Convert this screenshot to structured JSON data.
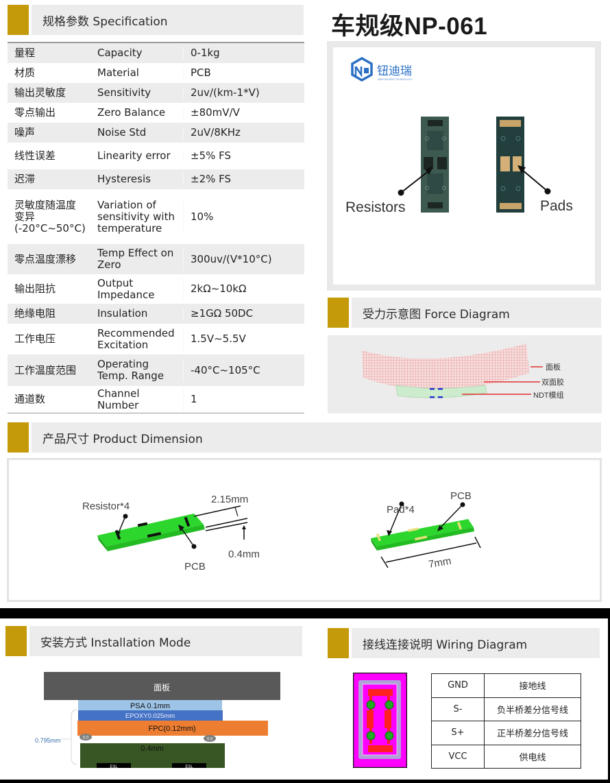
{
  "product": {
    "title": "车规级NP-061",
    "brand_name": "钮迪瑞",
    "brand_tagline": "NEW DEGREE TECHNOLOGY"
  },
  "sections": {
    "specification": "规格参数 Specification",
    "force_diagram": "受力示意图 Force Diagram",
    "product_dimension": "产品尺寸 Product Dimension",
    "installation_mode": "安装方式 Installation Mode",
    "wiring_diagram": "接线连接说明 Wiring Diagram"
  },
  "spec_rows": [
    {
      "cn": "量程",
      "en": "Capacity",
      "value": "0-1kg",
      "h": 29
    },
    {
      "cn": "材质",
      "en": "Material",
      "value": "PCB",
      "h": 29
    },
    {
      "cn": "输出灵敏度",
      "en": "Sensitivity",
      "value": "2uv/(km-1*V)",
      "h": 29
    },
    {
      "cn": "零点输出",
      "en": "Zero Balance",
      "value": "±80mV/V",
      "h": 29
    },
    {
      "cn": "噪声",
      "en": "Noise Std",
      "value": "2uV/8KHz",
      "h": 29
    },
    {
      "cn": "线性误差",
      "en": "Linearity error",
      "value": "±5% FS",
      "h": 39
    },
    {
      "cn": "迟滞",
      "en": "Hysteresis",
      "value": "±2% FS",
      "h": 29
    },
    {
      "cn": "灵敏度随温度变异(-20°C~50°C)",
      "en": "Variation of sensitivity with temperature",
      "value": "10%",
      "h": 80
    },
    {
      "cn": "零点温度漂移",
      "en": "Temp Effect on Zero",
      "value": "300uv/(V*10°C)",
      "h": 44
    },
    {
      "cn": "输出阻抗",
      "en": "Output Impedance",
      "value": "2kΩ~10kΩ",
      "h": 43
    },
    {
      "cn": "绝缘电阻",
      "en": "Insulation",
      "value": "≥1GΩ 50DC",
      "h": 29
    },
    {
      "cn": "工作电压",
      "en": "Recommended Excitation",
      "value": "1.5V~5.5V",
      "h": 45
    },
    {
      "cn": "工作温度范围",
      "en": "Operating Temp. Range",
      "value": "-40°C~105°C",
      "h": 46
    },
    {
      "cn": "通道数",
      "en": "Channel Number",
      "value": "1",
      "h": 39
    }
  ],
  "photo": {
    "label_left": "Resistors",
    "label_right": "Pads"
  },
  "force": {
    "labels": [
      "面板",
      "双面胶",
      "NDT模组"
    ]
  },
  "dimension": {
    "left": {
      "resistor_label": "Resistor*4",
      "pcb_label": "PCB",
      "width_label": "2.15mm",
      "thickness_label": "0.4mm"
    },
    "right": {
      "pad_label": "Pad*4",
      "pcb_label": "PCB",
      "length_label": "7mm"
    }
  },
  "installation": {
    "panel": "面板",
    "psa": "PSA 0.1mm",
    "epoxy": "EPOXY0.025mm",
    "fpc": "FPC(0.12mm)",
    "pcb": "0.4mm",
    "total": "0.795mm",
    "solder_left": "0.0",
    "solder_right": "0.0",
    "esl": "ESL"
  },
  "wiring": {
    "rows": [
      {
        "pin": "GND",
        "desc": "接地线"
      },
      {
        "pin": "S-",
        "desc": "负半桥差分信号线"
      },
      {
        "pin": "S+",
        "desc": "正半桥差分信号线"
      },
      {
        "pin": "VCC",
        "desc": "供电线"
      }
    ]
  },
  "colors": {
    "accent": "#c49a0a",
    "header_bg": "#ececec",
    "pcb_green": "#33dd33"
  }
}
